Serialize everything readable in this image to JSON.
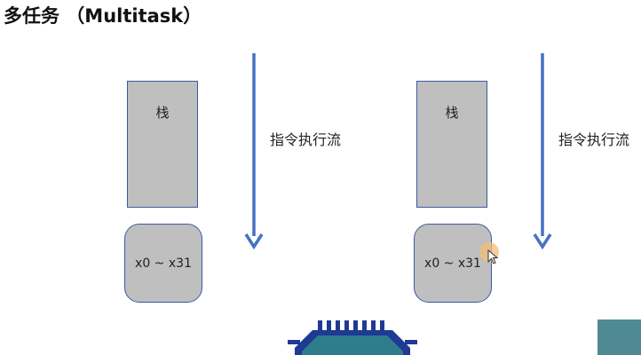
{
  "title": "多任务 （Multitask）",
  "tasks": [
    {
      "stack_label": "栈",
      "registers_label": "x0 ~ x31",
      "flow_label": "指令执行流"
    },
    {
      "stack_label": "栈",
      "registers_label": "x0 ~ x31",
      "flow_label": "指令执行流"
    }
  ],
  "colors": {
    "arrow": "#4472c4",
    "box_fill": "#bfbfbf",
    "box_border": "#3b5aa0",
    "chip_body": "#2e7d8c",
    "chip_outline": "#1f3a93"
  },
  "icons": [
    "down-arrow-icon",
    "cpu-chip-icon",
    "mouse-pointer-icon"
  ]
}
